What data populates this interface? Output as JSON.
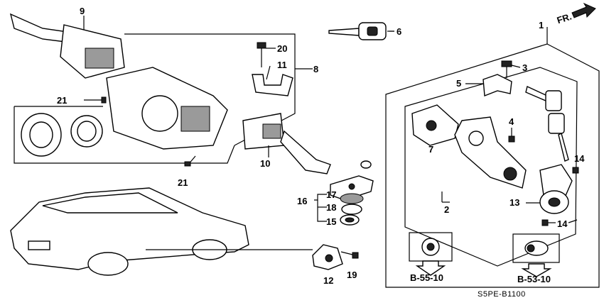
{
  "callouts": {
    "c1": "1",
    "c2": "2",
    "c3": "3",
    "c4": "4",
    "c5": "5",
    "c6": "6",
    "c7": "7",
    "c8": "8",
    "c9": "9",
    "c10": "10",
    "c11": "11",
    "c12": "12",
    "c13": "13",
    "c14a": "14",
    "c14b": "14",
    "c15": "15",
    "c16": "16",
    "c17": "17",
    "c18": "18",
    "c19": "19",
    "c20": "20",
    "c21a": "21",
    "c21b": "21"
  },
  "references": {
    "left": "B-55-10",
    "right": "B-53-10"
  },
  "direction_label": "FR.",
  "diagram_code": "S5PE-B1100"
}
